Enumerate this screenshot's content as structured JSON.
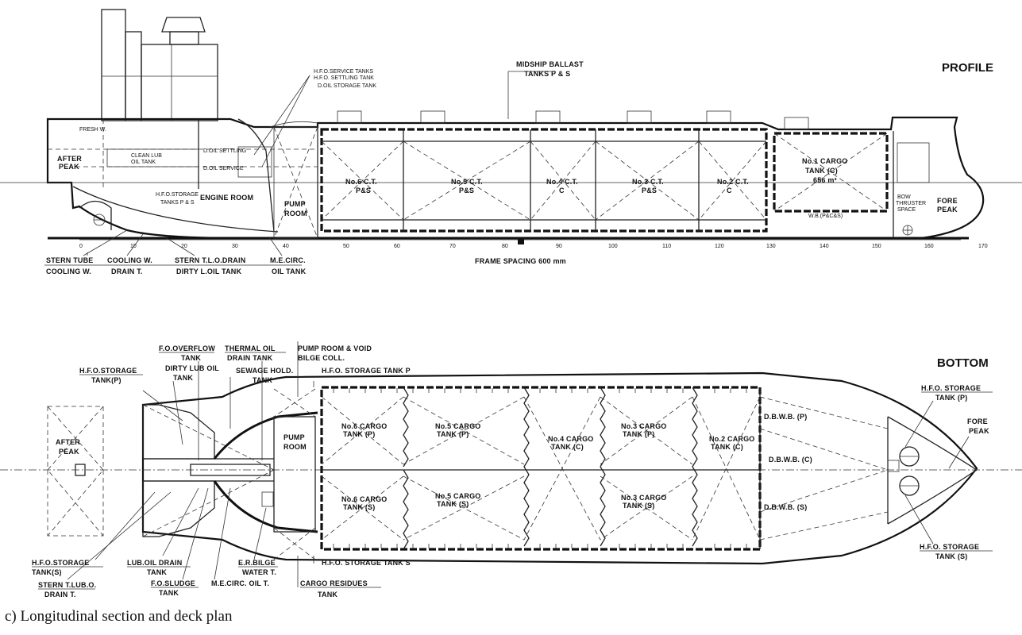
{
  "profile": {
    "title": "PROFILE",
    "frame_spacing": "FRAME SPACING 600 mm",
    "labels": {
      "hfo_service": "H.F.O.SERVICE TANKS",
      "hfo_settling": "H.F.O. SETTLING TANK",
      "do_storage": "D.OIL STORAGE TANK",
      "midship_ballast_1": "MIDSHIP BALLAST",
      "midship_ballast_2": "TANKS P & S",
      "fresh_w": "FRESH W.",
      "after_peak_1": "AFTER",
      "after_peak_2": "PEAK",
      "clean_lub_1": "CLEAN LUB",
      "clean_lub_2": "OIL TANK",
      "do_settling": "D.OIL SETTLING",
      "do_service": "D.OIL SERVICE",
      "hfo_storage_1": "H.F.O.STORAGE",
      "hfo_storage_2": "TANKS P & S",
      "engine_room": "ENGINE ROOM",
      "pump_room_1": "PUMP",
      "pump_room_2": "ROOM",
      "ct6_1": "No.6 C.T.",
      "ct6_2": "P&S",
      "ct5_1": "No.5 C.T.",
      "ct5_2": "P&S",
      "ct4_1": "No.4 C.T.",
      "ct4_2": "C",
      "ct3_1": "No.3 C.T.",
      "ct3_2": "P&S",
      "ct2_1": "No.2 C.T.",
      "ct2_2": "C",
      "ct1_1": "No.1 CARGO",
      "ct1_2": "TANK (C)",
      "ct1_3": "656 m³",
      "wb": "W.B.(P&C&S)",
      "bow_thruster_1": "BOW",
      "bow_thruster_2": "THRUSTER",
      "bow_thruster_3": "SPACE",
      "fore_peak_1": "FORE",
      "fore_peak_2": "PEAK",
      "stern_tube_1": "STERN TUBE",
      "stern_tube_2": "COOLING W.",
      "cooling_w_1": "COOLING W.",
      "cooling_w_2": "DRAIN T.",
      "stern_tlo_1": "STERN T.L.O.DRAIN",
      "stern_tlo_2": "DIRTY L.OIL TANK",
      "me_circ_1": "M.E.CIRC.",
      "me_circ_2": "OIL TANK"
    },
    "frames": [
      "0",
      "10",
      "20",
      "30",
      "40",
      "50",
      "60",
      "70",
      "80",
      "90",
      "100",
      "110",
      "120",
      "130",
      "140",
      "150",
      "160",
      "170"
    ]
  },
  "bottom": {
    "title": "BOTTOM",
    "labels": {
      "fo_overflow_1": "F.O.OVERFLOW",
      "fo_overflow_2": "TANK",
      "thermal_oil_1": "THERMAL OIL",
      "thermal_oil_2": "DRAIN TANK",
      "pump_void_1": "PUMP ROOM & VOID",
      "pump_void_2": "BILGE COLL.",
      "hfo_storage_p_1": "H.F.O.STORAGE",
      "hfo_storage_p_2": "TANK(P)",
      "dirty_lub_1": "DIRTY LUB OIL",
      "dirty_lub_2": "TANK",
      "sewage_1": "SEWAGE HOLD.",
      "sewage_2": "TANK",
      "hfo_storage_tank_p": "H.F.O. STORAGE TANK P",
      "after_peak_1": "AFTER",
      "after_peak_2": "PEAK",
      "pump_room_1": "PUMP",
      "pump_room_2": "ROOM",
      "c6p_1": "No.6 CARGO",
      "c6p_2": "TANK (P)",
      "c5p_1": "No.5 CARGO",
      "c5p_2": "TANK (P)",
      "c4c_1": "No.4 CARGO",
      "c4c_2": "TANK (C)",
      "c3p_1": "No.3 CARGO",
      "c3p_2": "TANK (P)",
      "c2c_1": "No.2 CARGO",
      "c2c_2": "TANK (C)",
      "c6s_1": "No.6 CARGO",
      "c6s_2": "TANK (S)",
      "c5s_1": "No.5 CARGO",
      "c5s_2": "TANK (S)",
      "c3s_1": "No.3 CARGO",
      "c3s_2": "TANK (S)",
      "dbwb_p": "D.B.W.B. (P)",
      "dbwb_c": "D.B.W.B. (C)",
      "dbwb_s": "D.B.W.B. (S)",
      "hfo_storage_fp_1": "H.F.O. STORAGE",
      "hfo_storage_fp_2": "TANK (P)",
      "fore_peak_1": "FORE",
      "fore_peak_2": "PEAK",
      "hfo_storage_fs_1": "H.F.O. STORAGE",
      "hfo_storage_fs_2": "TANK (S)",
      "hfo_storage_s_1": "H.F.O.STORAGE",
      "hfo_storage_s_2": "TANK(S)",
      "stern_tlubo_1": "STERN T.LUB.O.",
      "stern_tlubo_2": "DRAIN T.",
      "lub_oil_drain_1": "LUB.OIL DRAIN",
      "lub_oil_drain_2": "TANK",
      "fo_sludge_1": "F.O.SLUDGE",
      "fo_sludge_2": "TANK",
      "er_bilge_1": "E.R.BILGE",
      "er_bilge_2": "WATER T.",
      "me_circ": "M.E.CIRC. OIL T.",
      "cargo_residues_1": "CARGO RESIDUES",
      "cargo_residues_2": "TANK",
      "hfo_storage_tank_s": "H.F.O. STORAGE TANK S"
    }
  },
  "caption": "c) Longitudinal section and deck plan"
}
